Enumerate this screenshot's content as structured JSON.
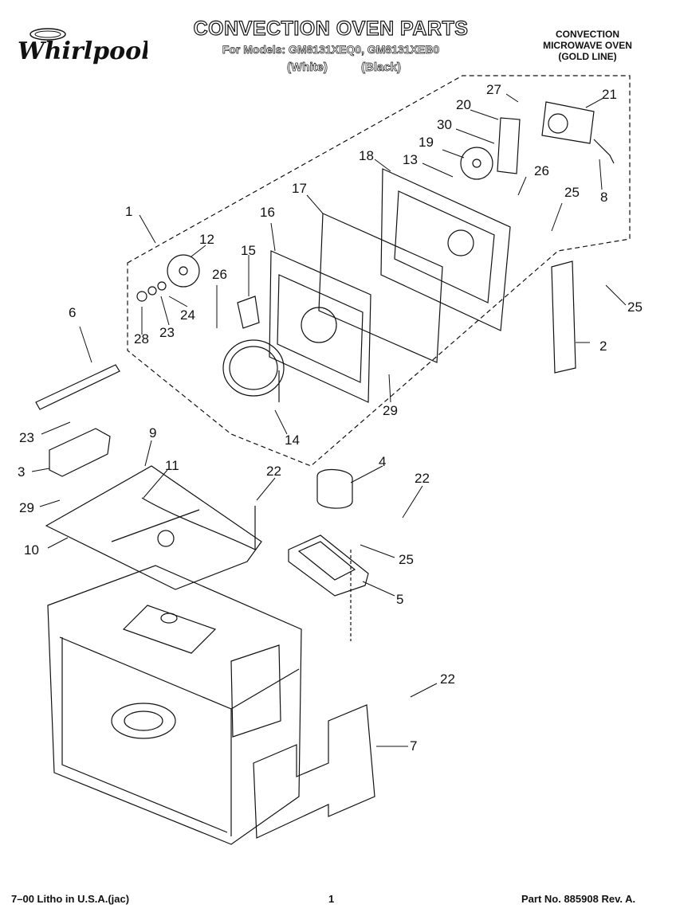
{
  "header": {
    "brand": "Whirlpool",
    "title": "CONVECTION OVEN PARTS",
    "models_line": "For Models: GM8131XEQ0, GM8131XEB0",
    "variant_white": "(White)",
    "variant_black": "(Black)",
    "product_lines": [
      "CONVECTION",
      "MICROWAVE OVEN",
      "(GOLD LINE)"
    ]
  },
  "callouts": [
    "1",
    "2",
    "3",
    "4",
    "5",
    "6",
    "7",
    "8",
    "9",
    "10",
    "11",
    "12",
    "13",
    "14",
    "15",
    "16",
    "17",
    "18",
    "19",
    "20",
    "21",
    "22",
    "22",
    "22",
    "23",
    "23",
    "24",
    "25",
    "25",
    "25",
    "26",
    "26",
    "27",
    "28",
    "29",
    "29",
    "30"
  ],
  "footer": {
    "left": "7–00 Litho in U.S.A.(jac)",
    "page": "1",
    "right": "Part No. 885908 Rev. A."
  }
}
